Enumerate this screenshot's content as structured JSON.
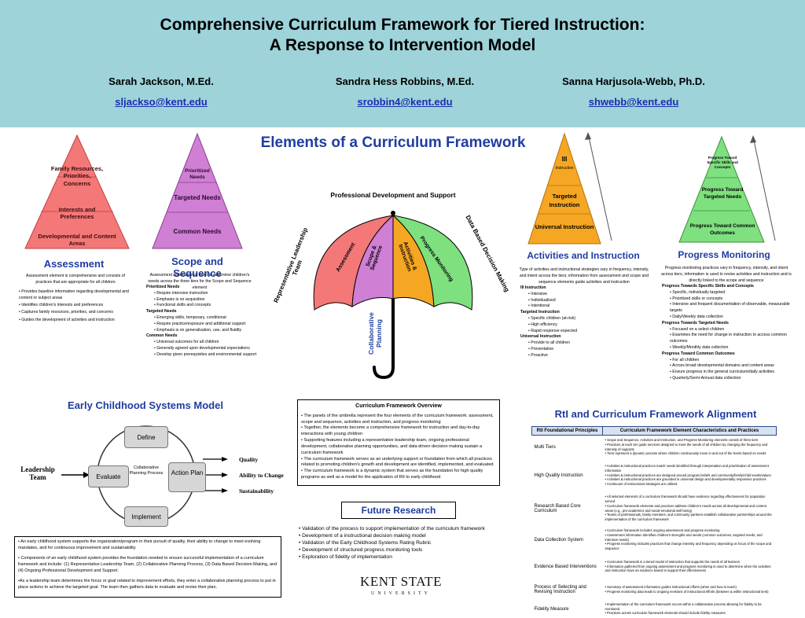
{
  "header": {
    "title_line1": "Comprehensive Curriculum Framework for Tiered Instruction:",
    "title_line2": "A Response to Intervention Model",
    "authors": [
      {
        "name": "Sarah Jackson, M.Ed.",
        "email": "sljackso@kent.edu"
      },
      {
        "name": "Sandra Hess Robbins, M.Ed.",
        "email": "srobbin4@kent.edu"
      },
      {
        "name": "Sanna Harjusola-Webb, Ph.D.",
        "email": "shwebb@kent.edu"
      }
    ]
  },
  "elements_title": "Elements of a Curriculum Framework",
  "umbrella": {
    "top_label": "Professional Development and Support",
    "left_label": "Representative Leadership Team",
    "right_label": "Data Based Decision Making",
    "handle_label": "Collaborative Planning",
    "segments": [
      "Assessment",
      "Scope & Sequence",
      "Activities & Instruction",
      "Progress Monitoring"
    ]
  },
  "assessment": {
    "pyramid": [
      "Family Resources, Priorities, Concerns",
      "Interests and Preferences",
      "Developmental and Content Areas"
    ],
    "title": "Assessment",
    "intro": "Assessment element is comprehensive and consists of practices that are appropriate for all children",
    "bullets": [
      "• Provides baseline information regarding developmental and content or subject areas",
      "• Identifies children's interests and preferences",
      "• Captures family resources, priorities, and concerns",
      "• Guides the development of activities and instruction"
    ]
  },
  "scope": {
    "pyramid": [
      "Prioritized Needs",
      "Targeted Needs",
      "Common Needs"
    ],
    "title": "Scope and Sequence",
    "intro": "Assessment information is used to determine children's needs across the three tiers for the Scope and Sequence element",
    "groups": [
      {
        "head": "Prioritized Needs",
        "items": [
          "• Require intensive instruction",
          "• Emphasis is on acquisition",
          "• Functional skills and concepts"
        ]
      },
      {
        "head": "Targeted Needs",
        "items": [
          "• Emerging skills, temporary, conditional",
          "• Require practice/exposure and additional support",
          "• Emphasis is on generalization, use, and fluidity"
        ]
      },
      {
        "head": "Common Needs",
        "items": [
          "• Universal outcomes for all children",
          "• Generally agreed upon developmental expectations",
          "• Develop given prerequisites and environmental support"
        ]
      }
    ]
  },
  "activities": {
    "pyramid": [
      "III",
      "Instruction",
      "Targeted Instruction",
      "Universal Instruction"
    ],
    "title": "Activities and Instruction",
    "intro": "Type of activities and instructional strategies vary in frequency, intensity, and intent across the tiers; information from assessment and scope and sequence elements guide activities and instruction",
    "groups": [
      {
        "head": "III Instruction",
        "items": [
          "• Intensive",
          "• Individualized",
          "• Intentional"
        ]
      },
      {
        "head": "Targeted Instruction",
        "items": [
          "• Specific children (at-risk)",
          "• High efficiency",
          "• Rapid response expected"
        ]
      },
      {
        "head": "Universal Instruction",
        "items": [
          "• Provide to all children",
          "• Preventative",
          "• Proactive"
        ]
      }
    ]
  },
  "progress": {
    "pyramid": [
      "Progress Toward Specific Skills and Concepts",
      "Progress Toward Targeted Needs",
      "Progress Toward Common Outcomes"
    ],
    "title": "Progress Monitoring",
    "intro": "Progress monitoring practices vary in frequency, intensity, and intent across tiers; information is used to revise activities and instruction and is directly linked to the scope and sequence",
    "groups": [
      {
        "head": "Progress Towards Specific Skills and Concepts",
        "items": [
          "• Specific, individually targeted",
          "• Prioritized skills or concepts",
          "• Intensive and frequent documentation of observable, measurable targets",
          "• Daily/Weekly data collection"
        ]
      },
      {
        "head": "Progress Towards Targeted Needs",
        "items": [
          "• Focused on a select children",
          "• Examines the need for change in instruction to access common outcomes",
          "• Weekly/Monthly data collection"
        ]
      },
      {
        "head": "Progress Toward Common Outcomes",
        "items": [
          "• For all children",
          "• Across broad developmental domains and content areas",
          "• Ensure progress in the general curriculum/daily activities",
          "• Quarterly/Semi-Annual data collection"
        ]
      }
    ]
  },
  "early_childhood": {
    "title": "Early Childhood Systems Model",
    "leadership_label": "Leadership Team",
    "cycle": [
      "Define",
      "Action Plan",
      "Implement",
      "Evaluate"
    ],
    "center_label": "Collaborative Planning Process",
    "outcomes": [
      "Quality",
      "Ability to Change",
      "Sustainability"
    ],
    "box_paragraphs": [
      "• An early childhood system supports the organization/program in their pursuit of quality, their ability to change to meet evolving mandates, and for continuous improvement and sustainability.",
      "• Components of an early childhood system provides the foundation needed to ensure successful implementation of a curriculum framework and include: (1) Representative Leadership Team, (2) Collaborative Planning Process, (3) Data Based Decision Making, and (4) Ongoing Professional Development and Support.",
      "•As a leadership team determines the focus or goal related to improvement efforts, they enter a collaborative planning process to put in place actions to achieve the targeted goal. The team then gathers data to evaluate and revise their plan."
    ]
  },
  "overview": {
    "title": "Curriculum Framework Overview",
    "bullets": [
      "• The panels of the umbrella represent the four elements of the curriculum framework: assessment, scope and sequence, activities and instruction, and progress monitoring",
      "• Together, the elements become a comprehensive framework for instruction and day-to-day interactions with young children",
      "• Supporting features including a representative leadership team, ongoing professional development, collaborative planning opportunities, and data driven decision making sustain a curriculum framework",
      "• The curriculum framework serves as an underlying support or foundation from which all practices related to promoting children's growth and development are identified, implemented, and evaluated",
      "• The curriculum framework is a dynamic system that serves as the foundation for high quality programs as well as a model for the application of RtI to early childhood"
    ]
  },
  "future": {
    "title": "Future Research",
    "bullets": [
      "• Validation of the process to support implementation of the curriculum framework",
      "• Development of a instructional decision making model",
      "• Validation of the Early Childhood Systems Rating Rubric",
      "• Development of structured progress monitoring tools",
      "• Exploration of fidelity of implementation"
    ]
  },
  "rti": {
    "title": "RtI and Curriculum Framework Alignment",
    "col1": "RtI Foundational Principles",
    "col2": "Curriculum Framework Element Characteristics and Practices",
    "rows": [
      {
        "principle": "Multi Tiers",
        "practice": "• Scope and Sequence, Activities and Instruction, and Progress Monitoring elements consist of three tiers\n• Practices at each tier guide services designed to meet the needs of all children by changing the frequency and intensity of supports\n• Tiers represent a dynamic process where children continuously move in and out of the levels based on needs"
      },
      {
        "principle": "High Quality Instruction",
        "practice": "• Activities & instructional practices match needs identified through interpretation and prioritization of assessment information\n• Activities & instructional practices are designed around program beliefs and community/family/child needs/values\n• Activities & instructional practices are grounded in universal design and developmentally responsive practices\n• Continuum of instructional strategies are utilized"
      },
      {
        "principle": "Research Based Core Curriculum",
        "practice": "• All selected elements of a curriculum framework should have evidence regarding effectiveness for population served\n• Curriculum framework elements and practices address children's needs across all developmental and content areas (e.g., pre-academics and social-emotional well being)\n• Teams of professionals, family members, and community partners establish collaborative partnerships around the implementation of the curriculum framework"
      },
      {
        "principle": "Data Collection System",
        "practice": "• Curriculum framework includes ongoing assessment and progress monitoring\n• Assessment information identifies children's strengths and needs (common outcomes, targeted needs, and intensive needs)\n• Progress monitoring includes practices that change intensity and frequency depending on focus of the scope and sequence"
      },
      {
        "principle": "Evidence Based Interventions",
        "practice": "• Curriculum framework is a tiered model of instruction that supports the needs of all learners\n• Information gathered from ongoing assessment and progress monitoring is used to determine when the activities and instruction have an evidence based to support their effectiveness"
      },
      {
        "principle": "Process of Selecting and Revising Instruction",
        "practice": "• Summary of assessment information guides instructional efforts (when and how to teach)\n• Progress monitoring data leads to ongoing revisions of instructional efforts (between & within instructional tiers)"
      },
      {
        "principle": "Fidelity Measure",
        "practice": "• Implementation of the curriculum framework occurs within a collaborative process allowing for fidelity to be monitored\n• Practices across curriculum framework elements should include fidelity measures"
      }
    ]
  },
  "logo": {
    "name": "KENT STATE",
    "sub": "UNIVERSITY"
  }
}
